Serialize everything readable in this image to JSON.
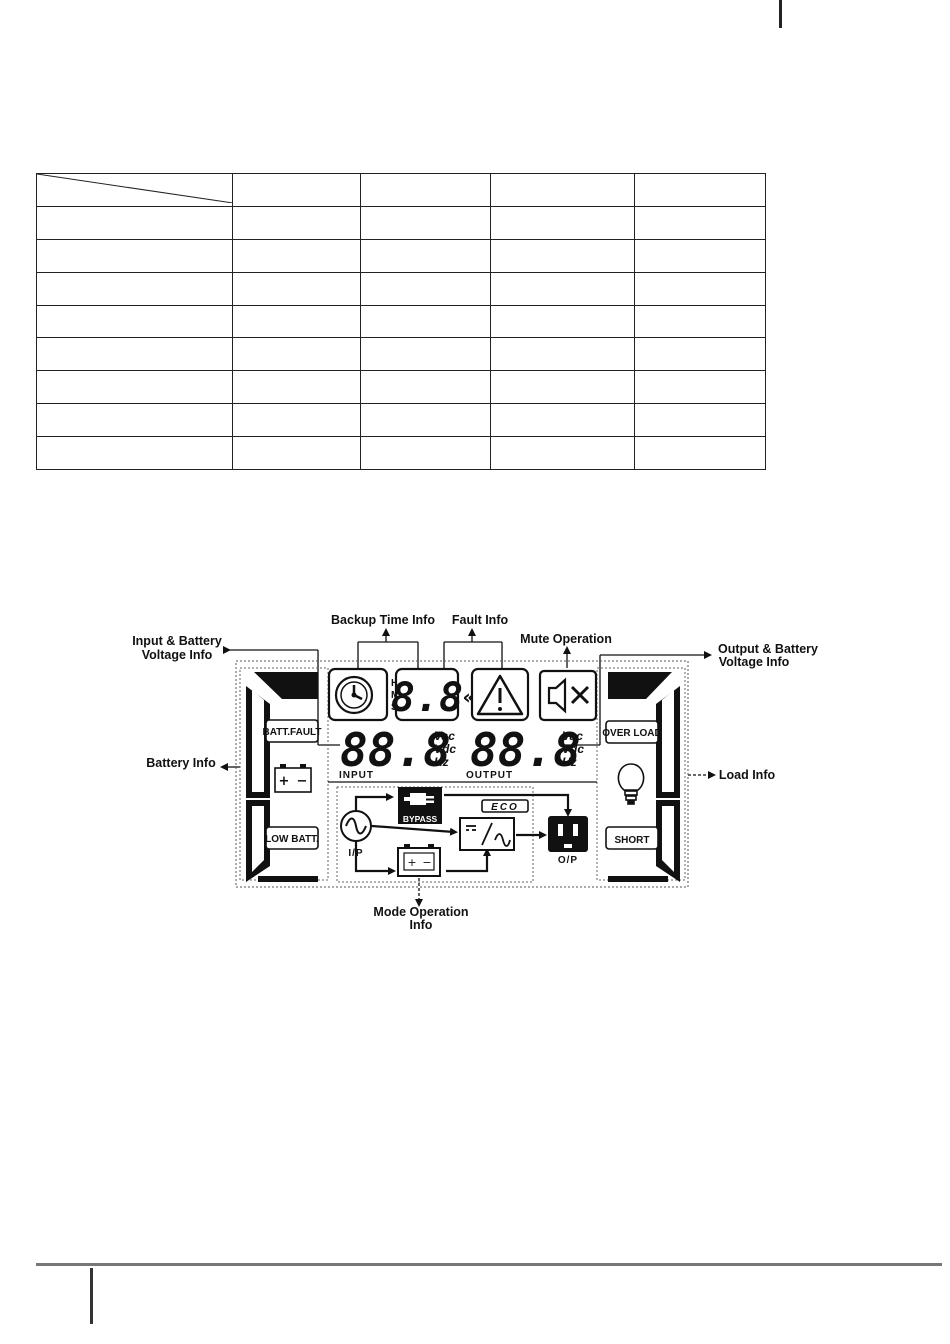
{
  "annotations": {
    "input_battery_voltage": [
      "Input & Battery",
      "Voltage Info"
    ],
    "backup_time": "Backup Time Info",
    "fault": "Fault Info",
    "mute": "Mute Operation",
    "output_battery_voltage": [
      "Output & Battery",
      "Voltage Info"
    ],
    "battery": "Battery Info",
    "load": "Load Info",
    "mode_operation": [
      "Mode Operation",
      "Info"
    ]
  },
  "lcd": {
    "time_units": [
      "H",
      "M",
      "S"
    ],
    "time_digits": "8.8",
    "input_digits": "88.8",
    "output_digits": "88.8",
    "units": [
      "Vac",
      "Vdc",
      "Hz"
    ],
    "input_label": "INPUT",
    "output_label": "OUTPUT",
    "batt_fault": "BATT.FAULT",
    "low_batt": "LOW BATT.",
    "over_load": "OVER LOAD",
    "short": "SHORT",
    "bypass": "BYPASS",
    "eco": "ECO",
    "ip": "I/P",
    "op": "O/P"
  }
}
